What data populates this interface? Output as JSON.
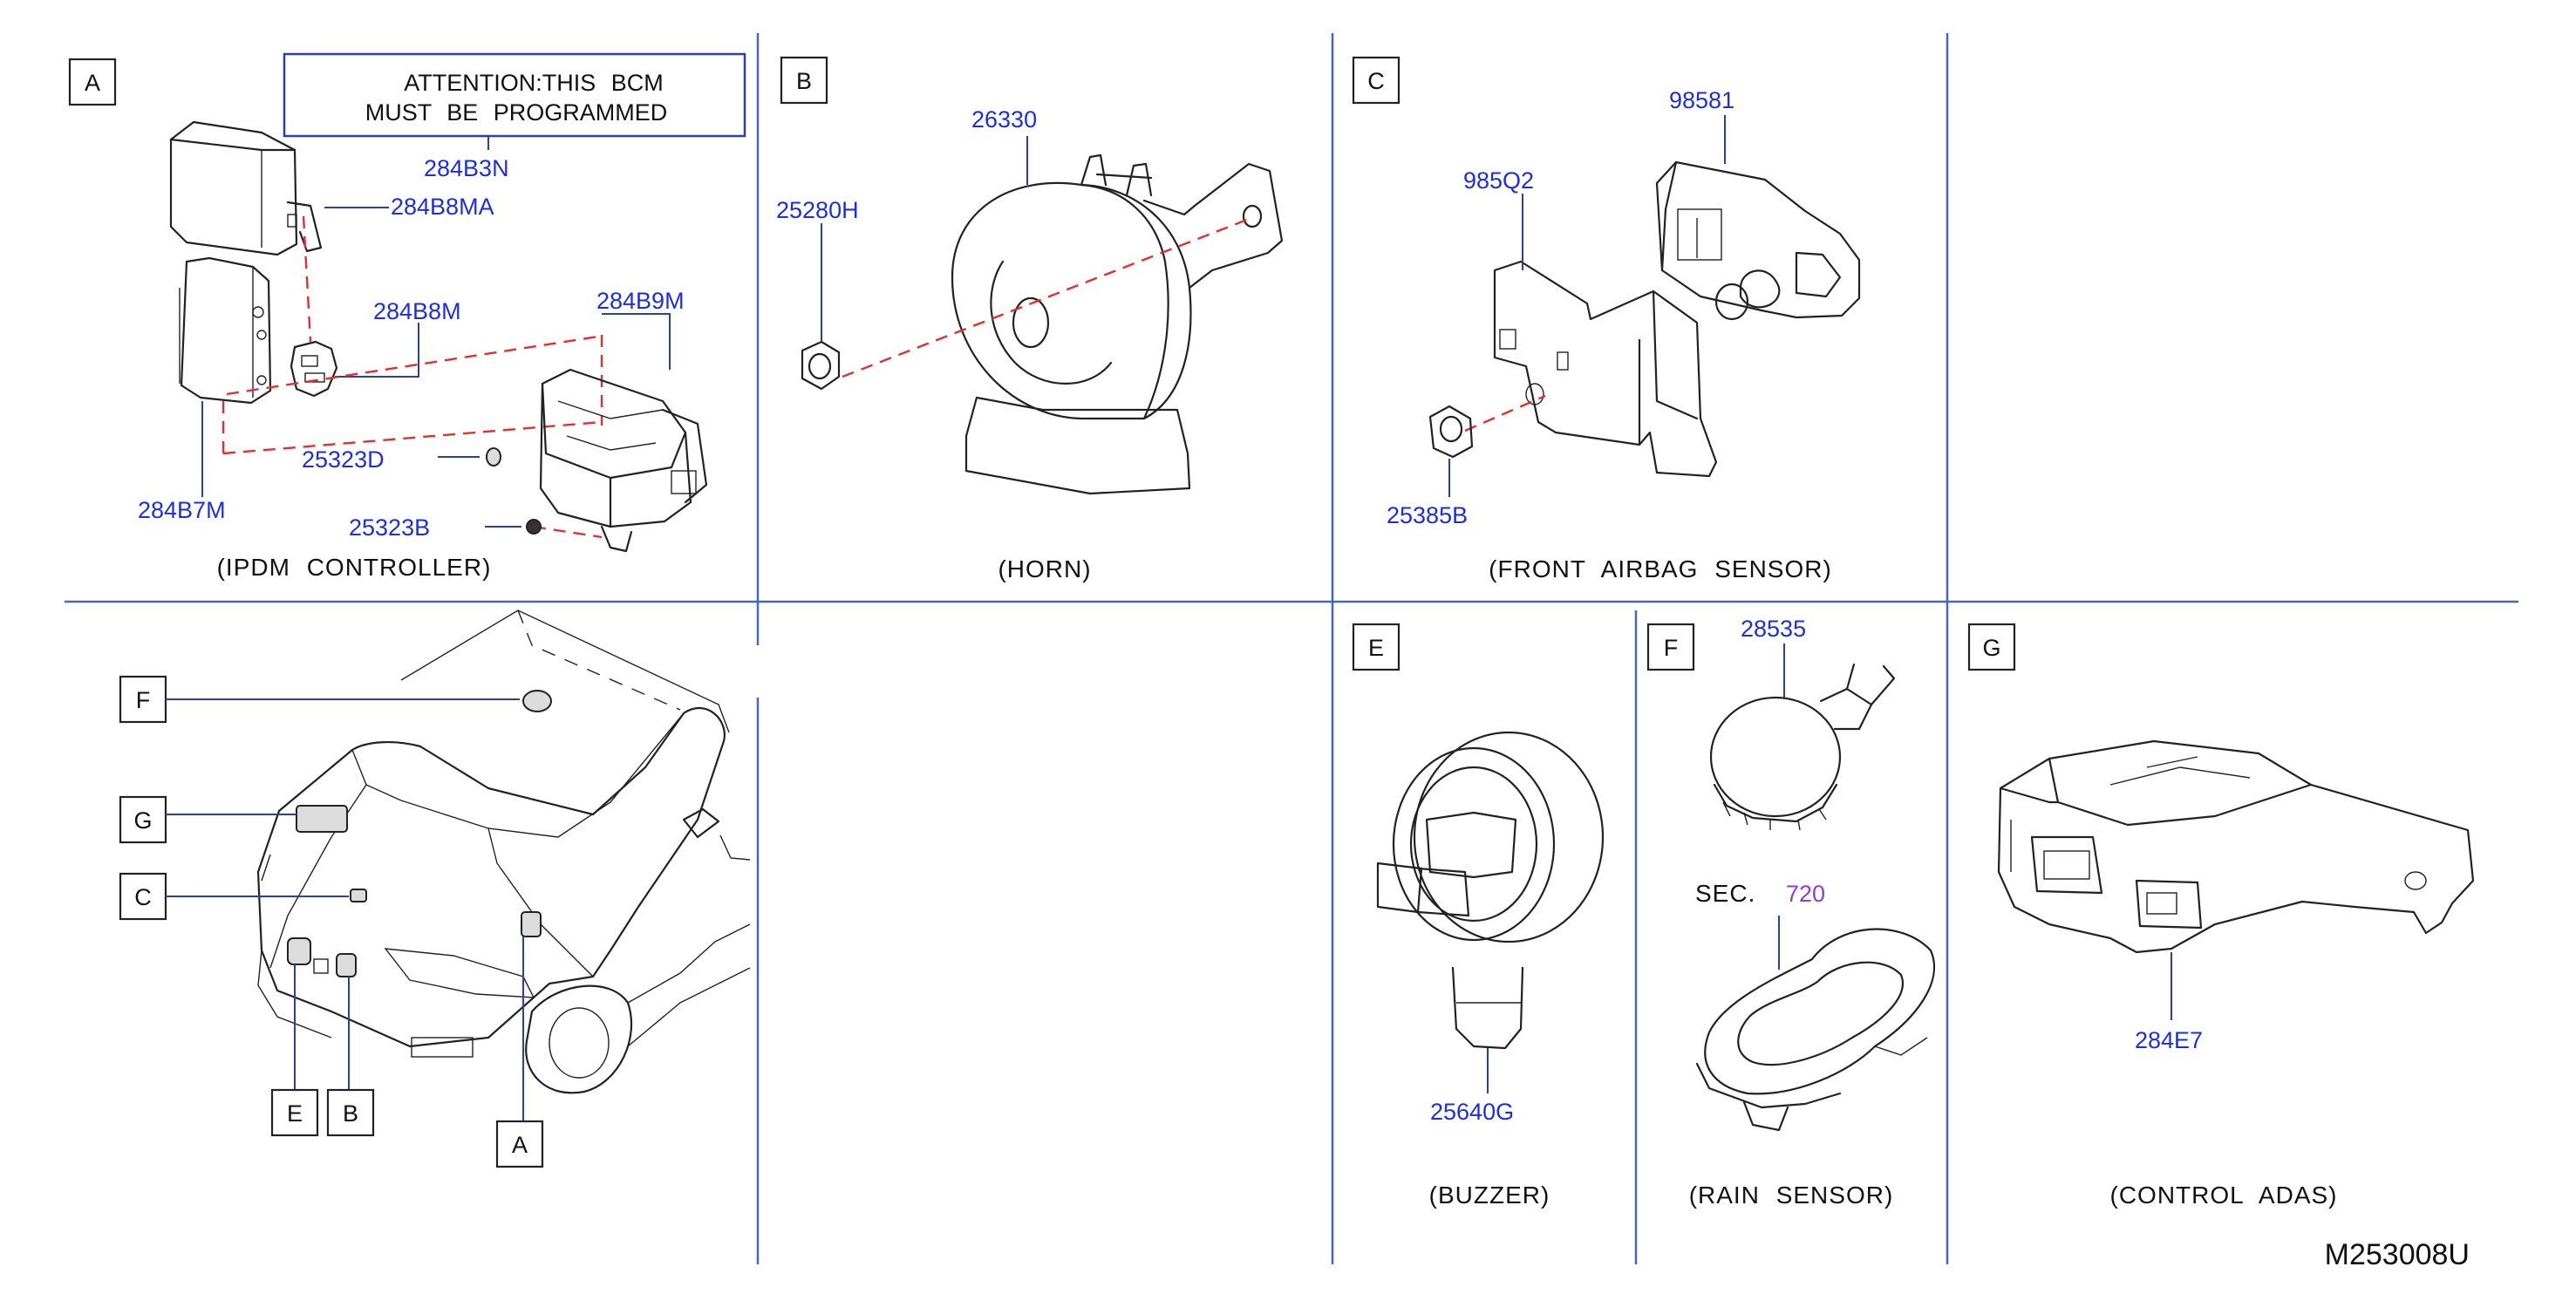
{
  "sections": {
    "a": {
      "letter": "A",
      "caption": "(IPDM   CONTROLLER)"
    },
    "b": {
      "letter": "B",
      "caption": "(HORN)"
    },
    "c": {
      "letter": "C",
      "caption": "(FRONT   AIRBAG   SENSOR)"
    },
    "e": {
      "letter": "E",
      "caption": "(BUZZER)"
    },
    "f": {
      "letter": "F",
      "caption": "(RAIN   SENSOR)"
    },
    "g": {
      "letter": "G",
      "caption": "(CONTROL   ADAS)"
    }
  },
  "attention": {
    "line1": "ATTENTION:THIS   BCM",
    "line2": "MUST   BE   PROGRAMMED"
  },
  "parts": {
    "p284b3n": "284B3N",
    "p284b8ma": "284B8MA",
    "p284b8m": "284B8M",
    "p284b9m": "284B9M",
    "p284b7m": "284B7M",
    "p25323d": "25323D",
    "p25323b": "25323B",
    "p26330": "26330",
    "p25280h": "25280H",
    "p98581": "98581",
    "p985q2": "985Q2",
    "p25385b": "25385B",
    "p28535": "28535",
    "p25640g": "25640G",
    "p284e7": "284E7"
  },
  "sec_ref": {
    "label": "SEC.",
    "number": "720"
  },
  "vehicle_callouts": {
    "f": "F",
    "g": "G",
    "c": "C",
    "e": "E",
    "b": "B",
    "a": "A"
  },
  "drawing_number": "M253008U",
  "colors": {
    "part_number": "#1f2fd6",
    "section_ref": "#8a3fd0",
    "grid": "#4a66b8",
    "alignment_dash": "#e03030"
  }
}
